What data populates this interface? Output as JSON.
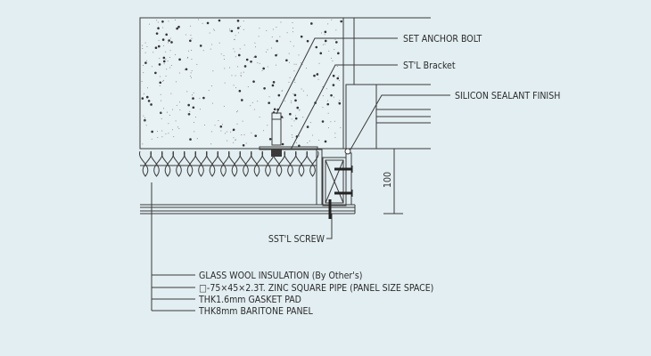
{
  "labels": {
    "anchor_bolt": "SET ANCHOR BOLT",
    "bracket": "ST'L Bracket",
    "sealant": "SILICON SEALANT FINISH",
    "screw": "SST'L  SCREW",
    "glass_wool": "GLASS WOOL INSULATION (By Other's)",
    "square_pipe": "□-75×45×2.3T. ZINC SQUARE PIPE (PANEL SIZE SPACE)",
    "gasket": "THK1.6mm GASKET PAD",
    "panel": "THK8mm BARITONE PANEL"
  },
  "dimension": "100",
  "colors": {
    "background": "#e3eef2",
    "line": "#3a3a3a"
  }
}
